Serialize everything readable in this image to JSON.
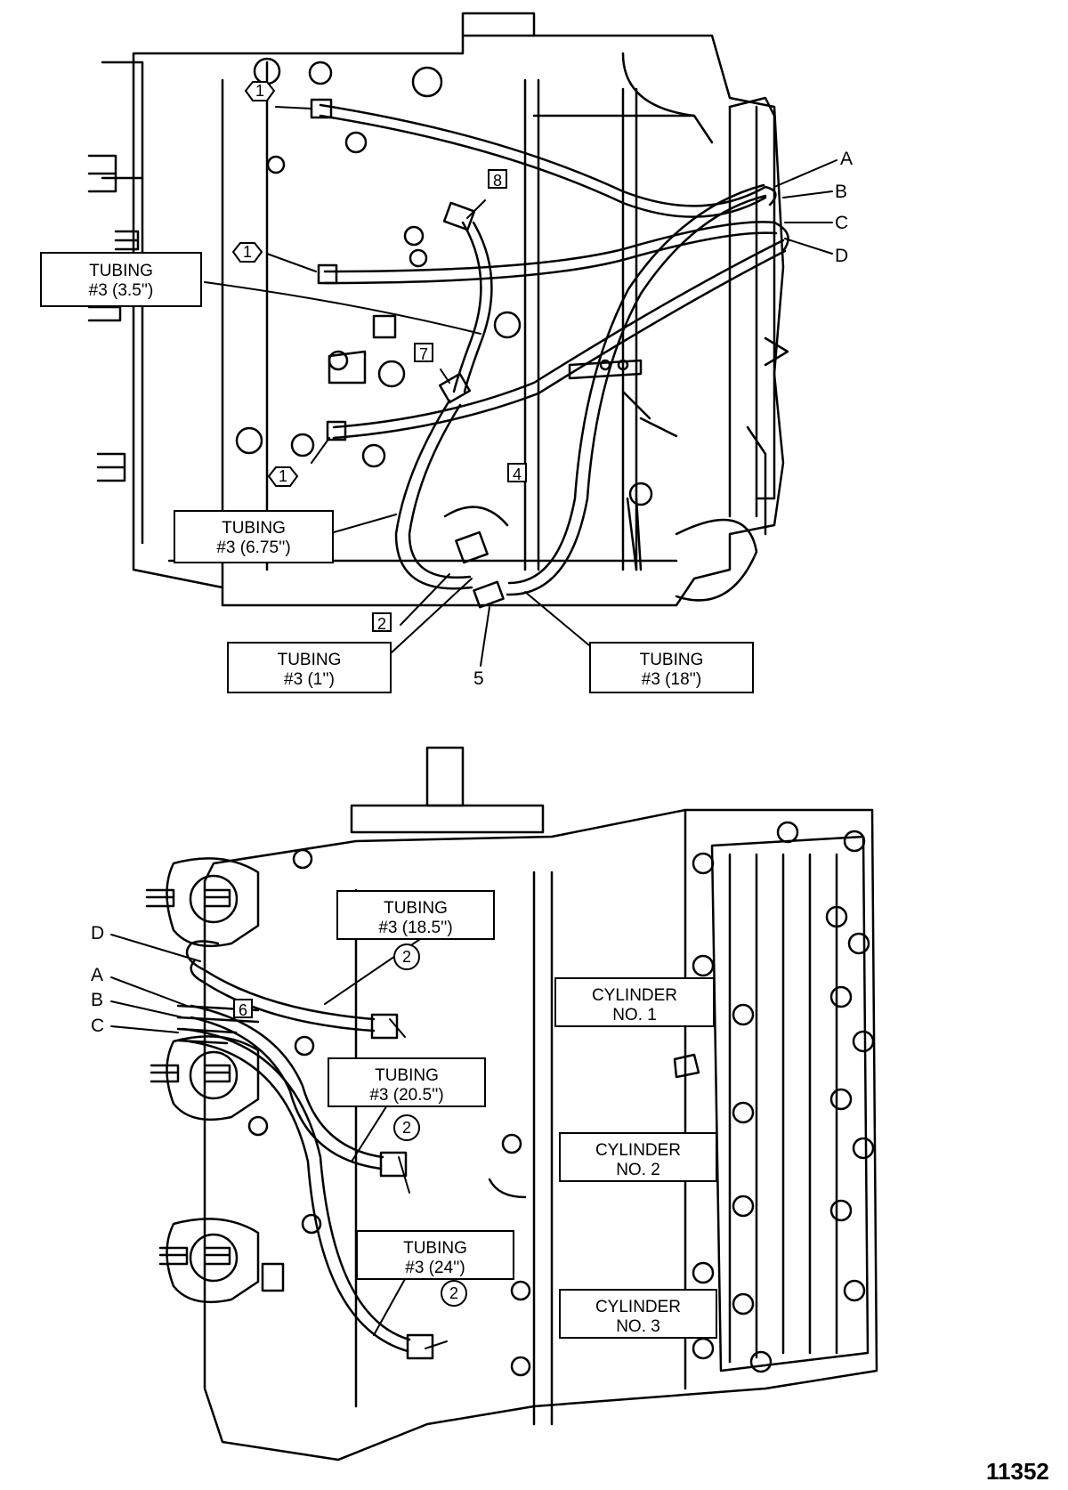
{
  "figure_number": "11352",
  "top_view": {
    "tubing": [
      {
        "id": "t35",
        "line1": "TUBING",
        "line2": "#3 (3.5'')"
      },
      {
        "id": "t675",
        "line1": "TUBING",
        "line2": "#3 (6.75'')"
      },
      {
        "id": "t1",
        "line1": "TUBING",
        "line2": "#3 (1'')"
      },
      {
        "id": "t18",
        "line1": "TUBING",
        "line2": "#3 (18'')"
      }
    ],
    "letters": [
      "A",
      "B",
      "C",
      "D"
    ],
    "numbers": {
      "n1": "1",
      "n2": "2",
      "n4": "4",
      "n5": "5",
      "n7": "7",
      "n8": "8"
    }
  },
  "bottom_view": {
    "tubing": [
      {
        "id": "t185",
        "line1": "TUBING",
        "line2": "#3 (18.5'')"
      },
      {
        "id": "t205",
        "line1": "TUBING",
        "line2": "#3 (20.5'')"
      },
      {
        "id": "t24",
        "line1": "TUBING",
        "line2": "#3 (24'')"
      }
    ],
    "cylinders": [
      {
        "line1": "CYLINDER",
        "line2": "NO. 1"
      },
      {
        "line1": "CYLINDER",
        "line2": "NO. 2"
      },
      {
        "line1": "CYLINDER",
        "line2": "NO. 3"
      }
    ],
    "letters": [
      "D",
      "A",
      "B",
      "C"
    ],
    "numbers": {
      "n2": "2",
      "n6": "6"
    }
  }
}
